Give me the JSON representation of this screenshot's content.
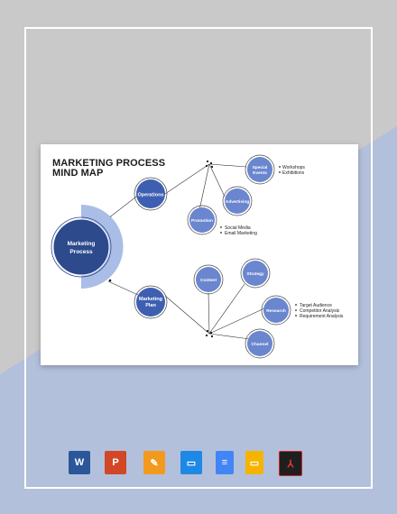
{
  "title": {
    "line1": "MARKETING PROCESS",
    "line2": "MIND MAP"
  },
  "center": {
    "line1": "Marketing",
    "line2": "Process"
  },
  "nodes": {
    "operations": {
      "line1": "Operations"
    },
    "marketing_plan": {
      "line1": "Marketing",
      "line2": "Plan"
    },
    "special_events": {
      "line1": "Special",
      "line2": "Events"
    },
    "advertising": {
      "line1": "Advertising"
    },
    "promotion": {
      "line1": "Promotion"
    },
    "content": {
      "line1": "Content"
    },
    "strategy": {
      "line1": "Strategy"
    },
    "research": {
      "line1": "Research"
    },
    "channel": {
      "line1": "Channel"
    }
  },
  "bullets": {
    "special_events": [
      "Workshops",
      "Exhibitions"
    ],
    "promotion": [
      "Social Media",
      "Email Marketing"
    ],
    "research": [
      "Target Audience",
      "Competitor Analysis",
      "Requirement Analysis"
    ]
  },
  "file_icons": [
    {
      "name": "word-icon",
      "glyph": "W",
      "color": "#2b579a"
    },
    {
      "name": "powerpoint-icon",
      "glyph": "P",
      "color": "#d24726"
    },
    {
      "name": "pages-icon",
      "glyph": "✎",
      "color": "#f39a1e"
    },
    {
      "name": "keynote-icon",
      "glyph": "▭",
      "color": "#1e88e5"
    },
    {
      "name": "google-docs-icon",
      "glyph": "≡",
      "color": "#4285f4"
    },
    {
      "name": "google-slides-icon",
      "glyph": "▭",
      "color": "#f4b400"
    },
    {
      "name": "pdf-icon",
      "glyph": "⅄",
      "color": "#c62828"
    }
  ],
  "colors": {
    "bg_gray": "#c9c9c9",
    "bg_blue": "#b3c0db",
    "node_fill": "#6a86cf",
    "node_dark": "#3e5fb1",
    "center_fill": "#2c4a8c",
    "center_arc": "#a9bde6",
    "line": "#333333"
  }
}
